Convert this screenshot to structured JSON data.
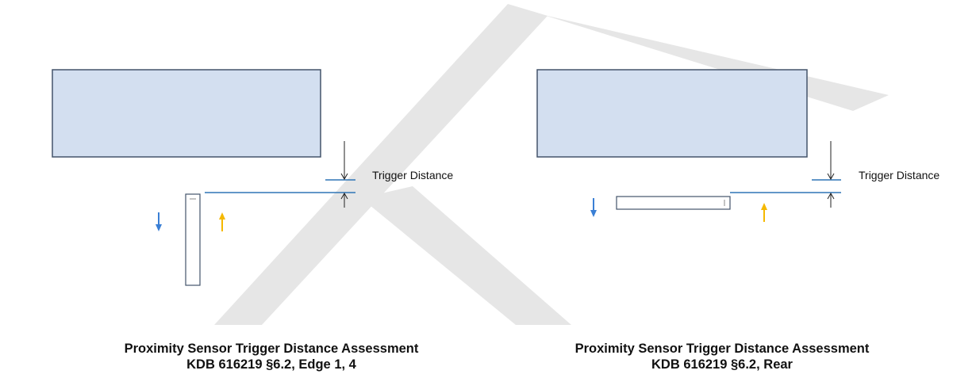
{
  "watermark_color": "#e6e6e6",
  "device_color": "#d3dff0",
  "device_border_color": "#44546a",
  "line_color": "#2e75b6",
  "down_arrow_color": "#3a7fd5",
  "up_arrow_color": "#f5b800",
  "diagrams": [
    {
      "label": "Trigger Distance",
      "caption_line1": "Proximity Sensor Trigger Distance Assessment",
      "caption_line2": "KDB 616219 §6.2, Edge 1, 4"
    },
    {
      "label": "Trigger Distance",
      "caption_line1": "Proximity Sensor Trigger Distance Assessment",
      "caption_line2": "KDB 616219 §6.2, Rear"
    }
  ]
}
